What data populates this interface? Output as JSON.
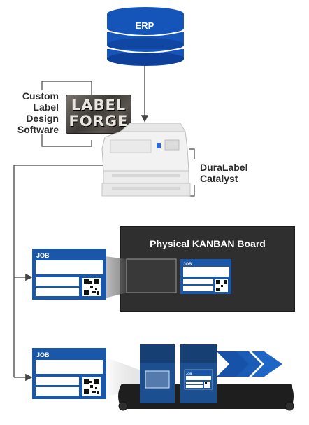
{
  "erp": {
    "label": "ERP"
  },
  "software": {
    "lines": [
      "Custom",
      "Label",
      "Design",
      "Software"
    ]
  },
  "logo": {
    "line1": "LABEL",
    "line2": "FORGE"
  },
  "printer": {
    "lines": [
      "DuraLabel",
      "Catalyst"
    ]
  },
  "kanban": {
    "title": "Physical KANBAN Board"
  },
  "label_card": {
    "job": "JOB"
  },
  "colors": {
    "blue": "#1a57a8",
    "navy": "#1b4f8f",
    "dark": "#2f2f2f"
  }
}
